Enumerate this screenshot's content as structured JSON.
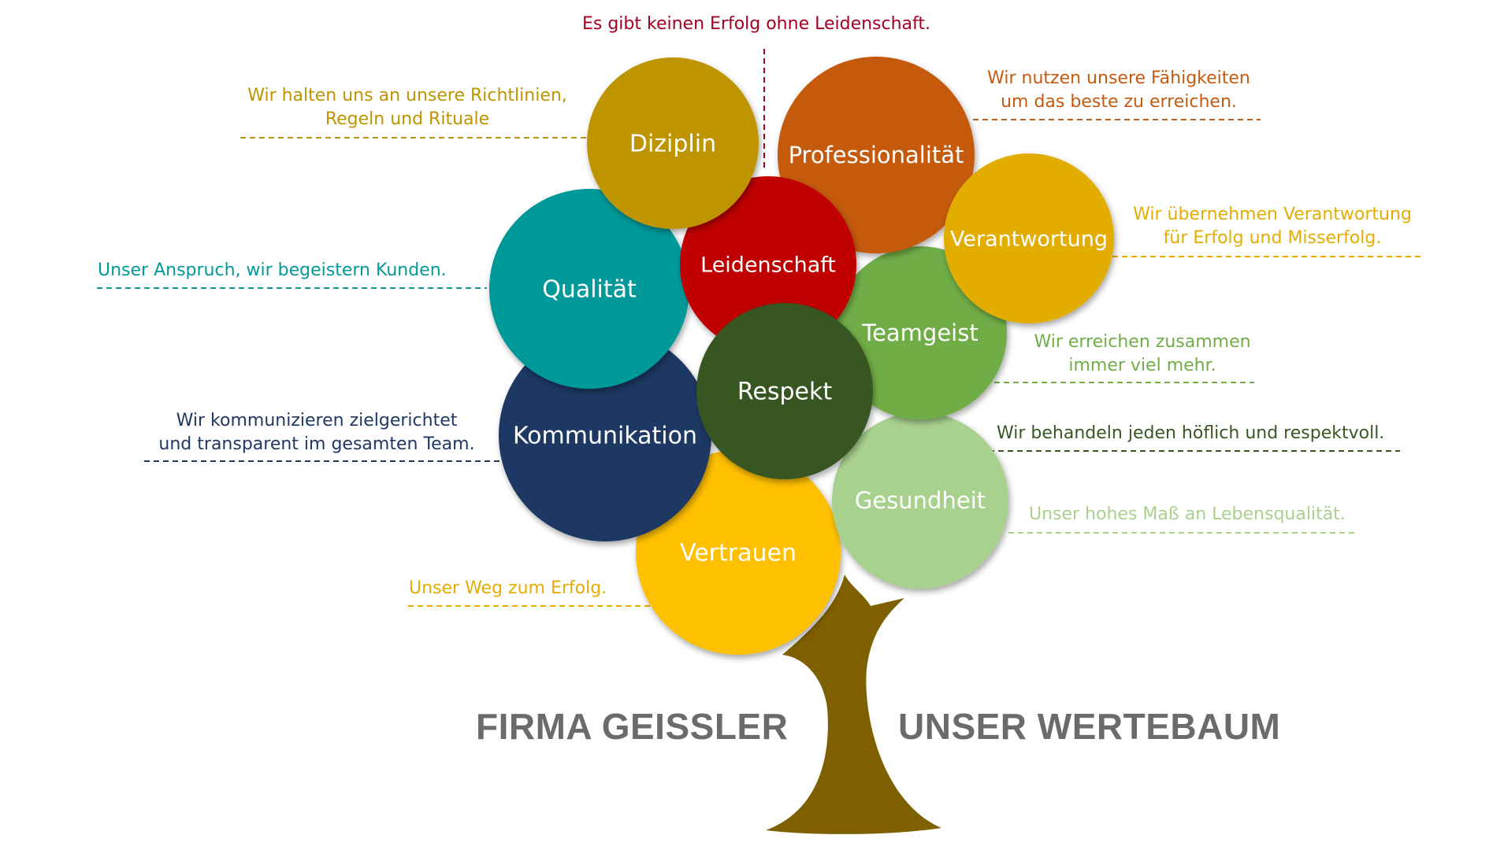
{
  "headline": "Es gibt keinen Erfolg ohne Leidenschaft.",
  "values": {
    "diziplin": {
      "label": "Diziplin",
      "color": "#BE9400"
    },
    "professionalitaet": {
      "label": "Professionalität",
      "color": "#C55A11"
    },
    "leidenschaft": {
      "label": "Leidenschaft",
      "color": "#C00000"
    },
    "verantwortung": {
      "label": "Verantwortung",
      "color": "#E3AD03"
    },
    "qualitaet": {
      "label": "Qualität",
      "color": "#03999A"
    },
    "teamgeist": {
      "label": "Teamgeist",
      "color": "#70AD47"
    },
    "kommunikation": {
      "label": "Kommunikation",
      "color": "#1F3864"
    },
    "respekt": {
      "label": "Respekt",
      "color": "#385723"
    },
    "gesundheit": {
      "label": "Gesundheit",
      "color": "#A9D18E"
    },
    "vertrauen": {
      "label": "Vertrauen",
      "color": "#FFC000"
    }
  },
  "callouts": {
    "diziplin": [
      "Wir halten uns an unsere Richtlinien,",
      "Regeln und Rituale"
    ],
    "professionalitaet": [
      "Wir nutzen unsere Fähigkeiten",
      "um das beste zu erreichen."
    ],
    "verantwortung": [
      "Wir übernehmen Verantwortung",
      "für Erfolg und Misserfolg."
    ],
    "qualitaet": [
      "Unser Anspruch, wir begeistern Kunden."
    ],
    "teamgeist": [
      "Wir erreichen zusammen",
      "immer viel mehr."
    ],
    "kommunikation": [
      "Wir kommunizieren zielgerichtet",
      "und transparent im gesamten Team."
    ],
    "respekt": [
      "Wir behandeln jeden höflich und respektvoll."
    ],
    "gesundheit": [
      "Unser hohes Maß an Lebensqualität."
    ],
    "vertrauen": [
      "Unser Weg zum Erfolg."
    ]
  },
  "brand": {
    "left": "FIRMA GEISSLER",
    "right": "UNSER WERTEBAUM",
    "color": "#6B6B6B"
  },
  "trunk_color": "#7F6000",
  "headline_color": "#A50021"
}
